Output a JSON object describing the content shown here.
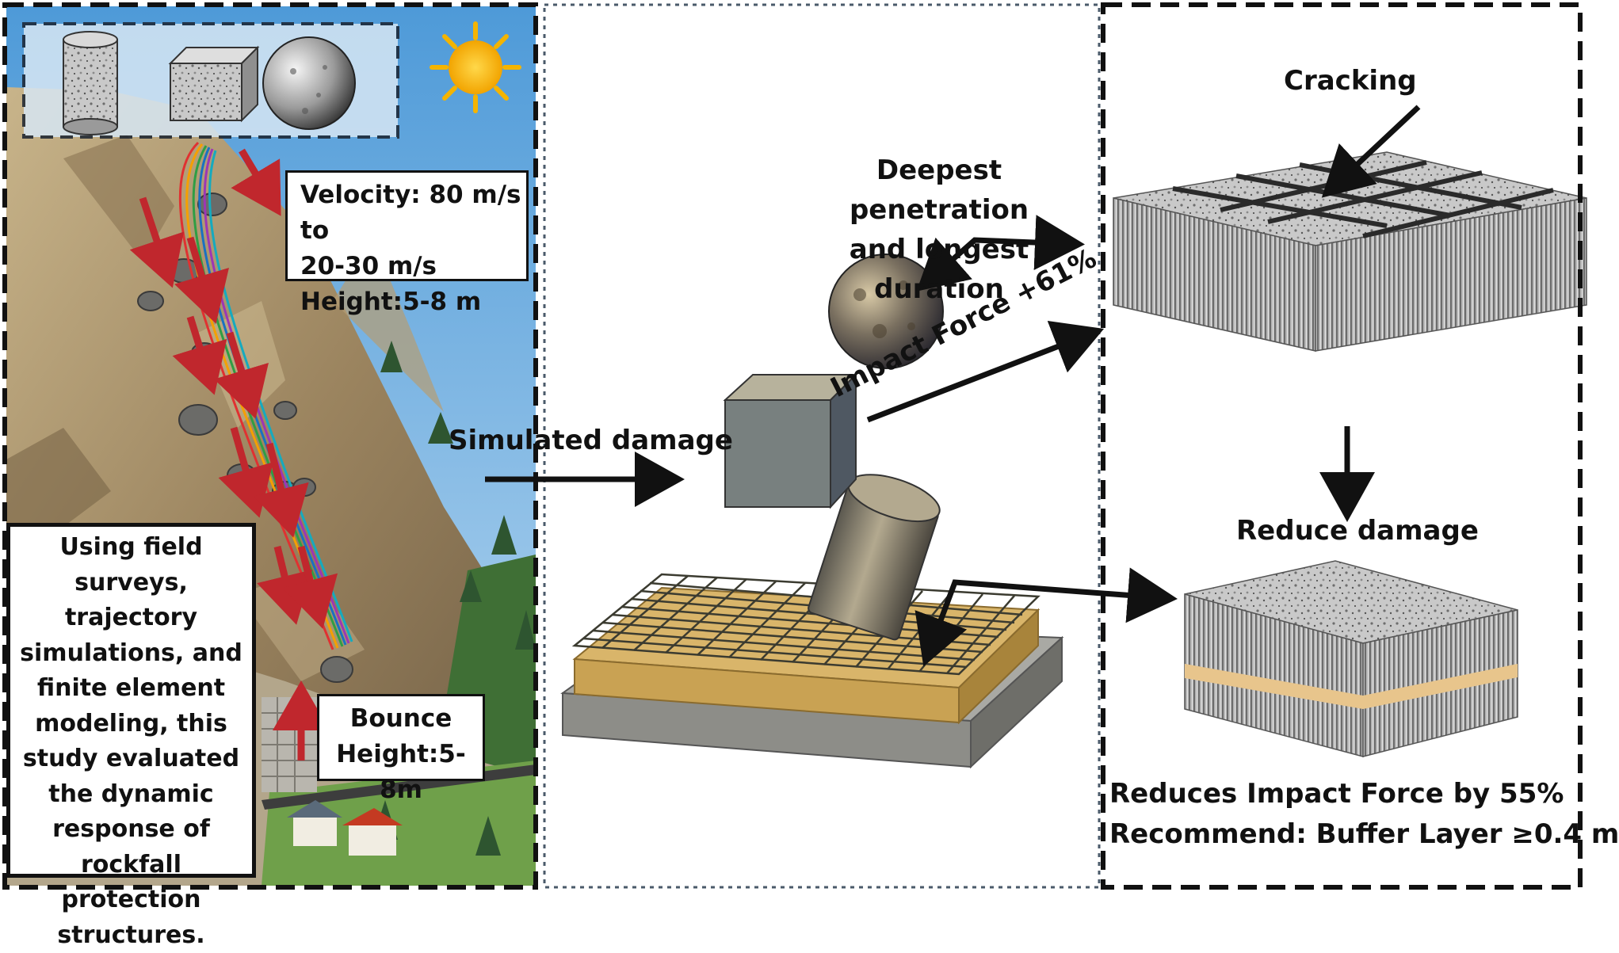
{
  "left_panel": {
    "velocity_lines": [
      "Velocity: 80 m/s to",
      "20-30 m/s",
      "Height:5-8 m"
    ],
    "bounce_lines": [
      "Bounce",
      "Height:5-8m"
    ],
    "summary_lines": [
      "Using field",
      "surveys, trajectory",
      "simulations, and",
      "finite element",
      "modeling, this",
      "study evaluated",
      "the dynamic",
      "response of",
      "rockfall protection",
      "structures."
    ]
  },
  "middle_panel": {
    "simulated_damage": "Simulated damage",
    "deepest_lines": [
      "Deepest penetration",
      "and longest duration"
    ],
    "impact_force": "Impact Force +61%"
  },
  "right_panel": {
    "cracking": "Cracking",
    "reduce_damage": "Reduce damage",
    "reduces_force": "Reduces Impact Force by 55%",
    "recommend": "Recommend: Buffer Layer ≥0.4 m"
  },
  "colors": {
    "sky": "#6fb0e3",
    "rock": "#a48e6a",
    "forest": "#2f5a33",
    "red_arrow": "#c0272d",
    "buffer_layer": "#d6b56e",
    "concrete": "#9a9a96"
  }
}
